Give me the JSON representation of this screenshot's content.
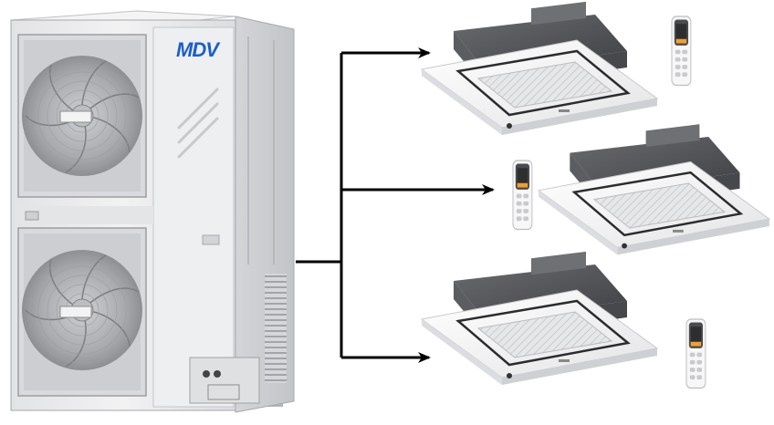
{
  "outdoor_unit": {
    "brand": "MDV",
    "brand_color": "#1a5fc8"
  },
  "indoor_units": [
    {
      "type": "cassette"
    },
    {
      "type": "cassette"
    },
    {
      "type": "cassette"
    }
  ],
  "remotes": [
    {
      "type": "remote-controller"
    },
    {
      "type": "remote-controller"
    },
    {
      "type": "remote-controller"
    }
  ],
  "colors": {
    "line": "#000000",
    "unit_body": "#ecedee",
    "panel": "#f4f4f4",
    "housing": "#5a5b5e",
    "remote_screen": "#f4a02a"
  }
}
